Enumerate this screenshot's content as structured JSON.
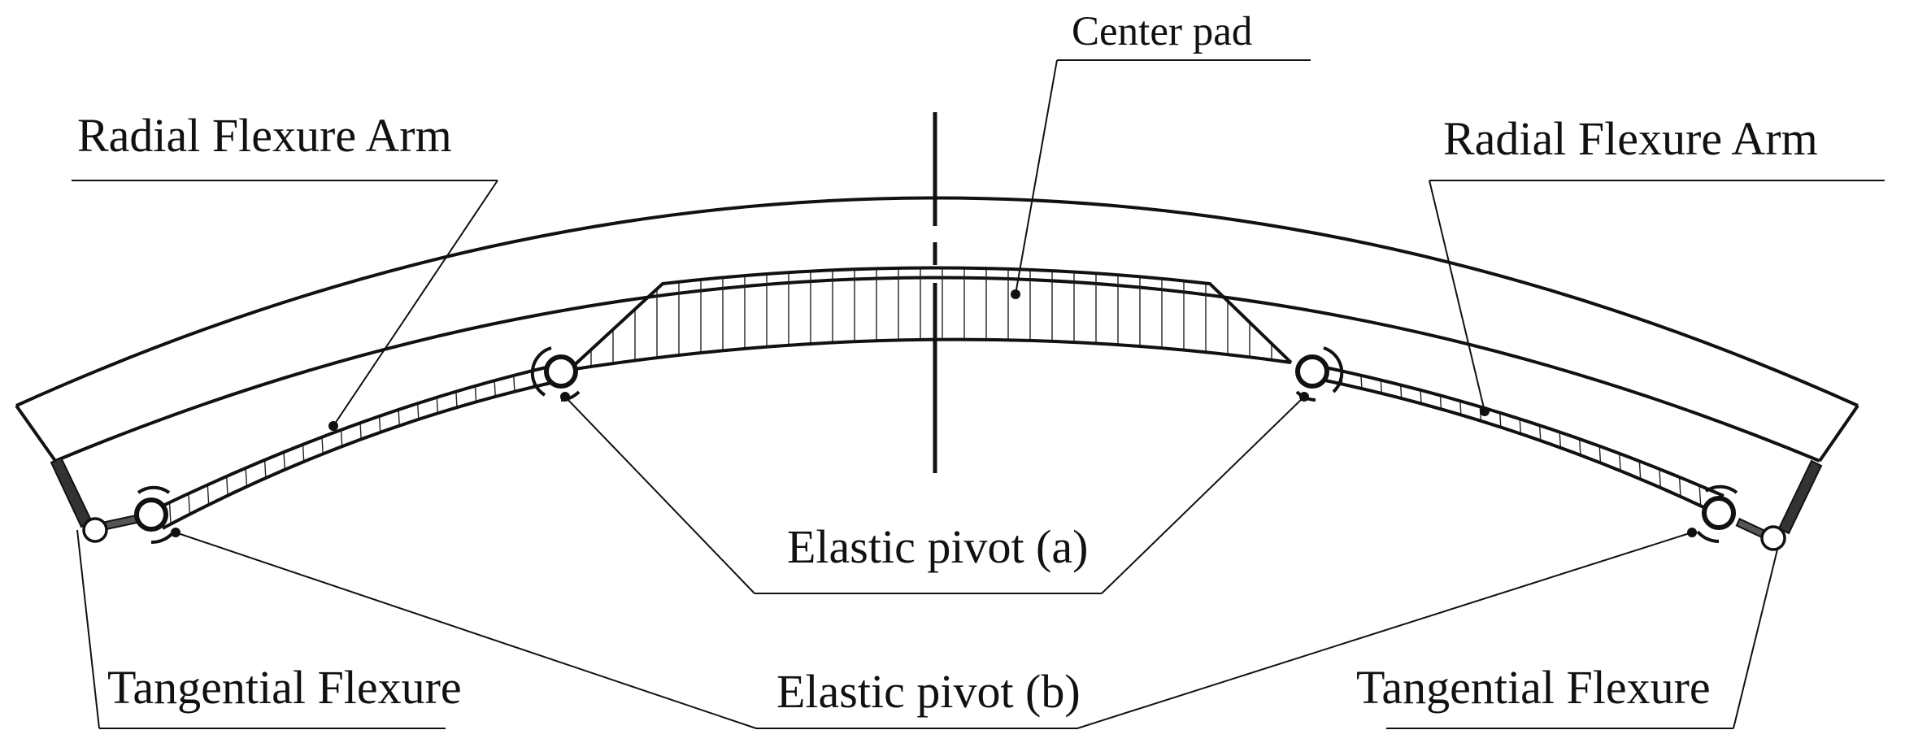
{
  "labels": {
    "center_pad": "Center pad",
    "radial_left": "Radial Flexure Arm",
    "radial_right": "Radial Flexure Arm",
    "pivot_a": "Elastic pivot (a)",
    "pivot_b": "Elastic pivot (b)",
    "tangential_left": "Tangential Flexure",
    "tangential_right": "Tangential Flexure"
  }
}
